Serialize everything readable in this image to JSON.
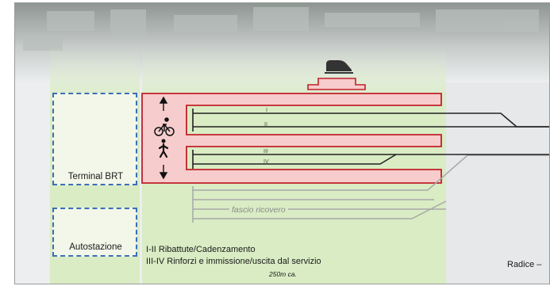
{
  "left_panel": {
    "terminal_label": "Terminal BRT",
    "bus_station_label": "Autostazione"
  },
  "tracks": {
    "labels": [
      "I",
      "II",
      "III",
      "IV"
    ],
    "siding_label": "fascio ricovero"
  },
  "legend": {
    "line1": "I-II Ribattute/Cadenzamento",
    "line2": "III-IV Rinforzi e immissione/uscita dal servizio",
    "length": "250m ca."
  },
  "right_label": "Radice –",
  "icons": {
    "train": "train-icon",
    "bus": "bus-icon",
    "bike": "bicycle-icon",
    "pedestrian": "pedestrian-icon",
    "coach": "coach-bus-icon"
  },
  "colors": {
    "platform_fill": "#f7cccc",
    "platform_border": "#c0202a",
    "green_zone": "#d9ecc4",
    "dash_blue": "#3b6fb5",
    "grey_track": "#a8a8a8"
  }
}
